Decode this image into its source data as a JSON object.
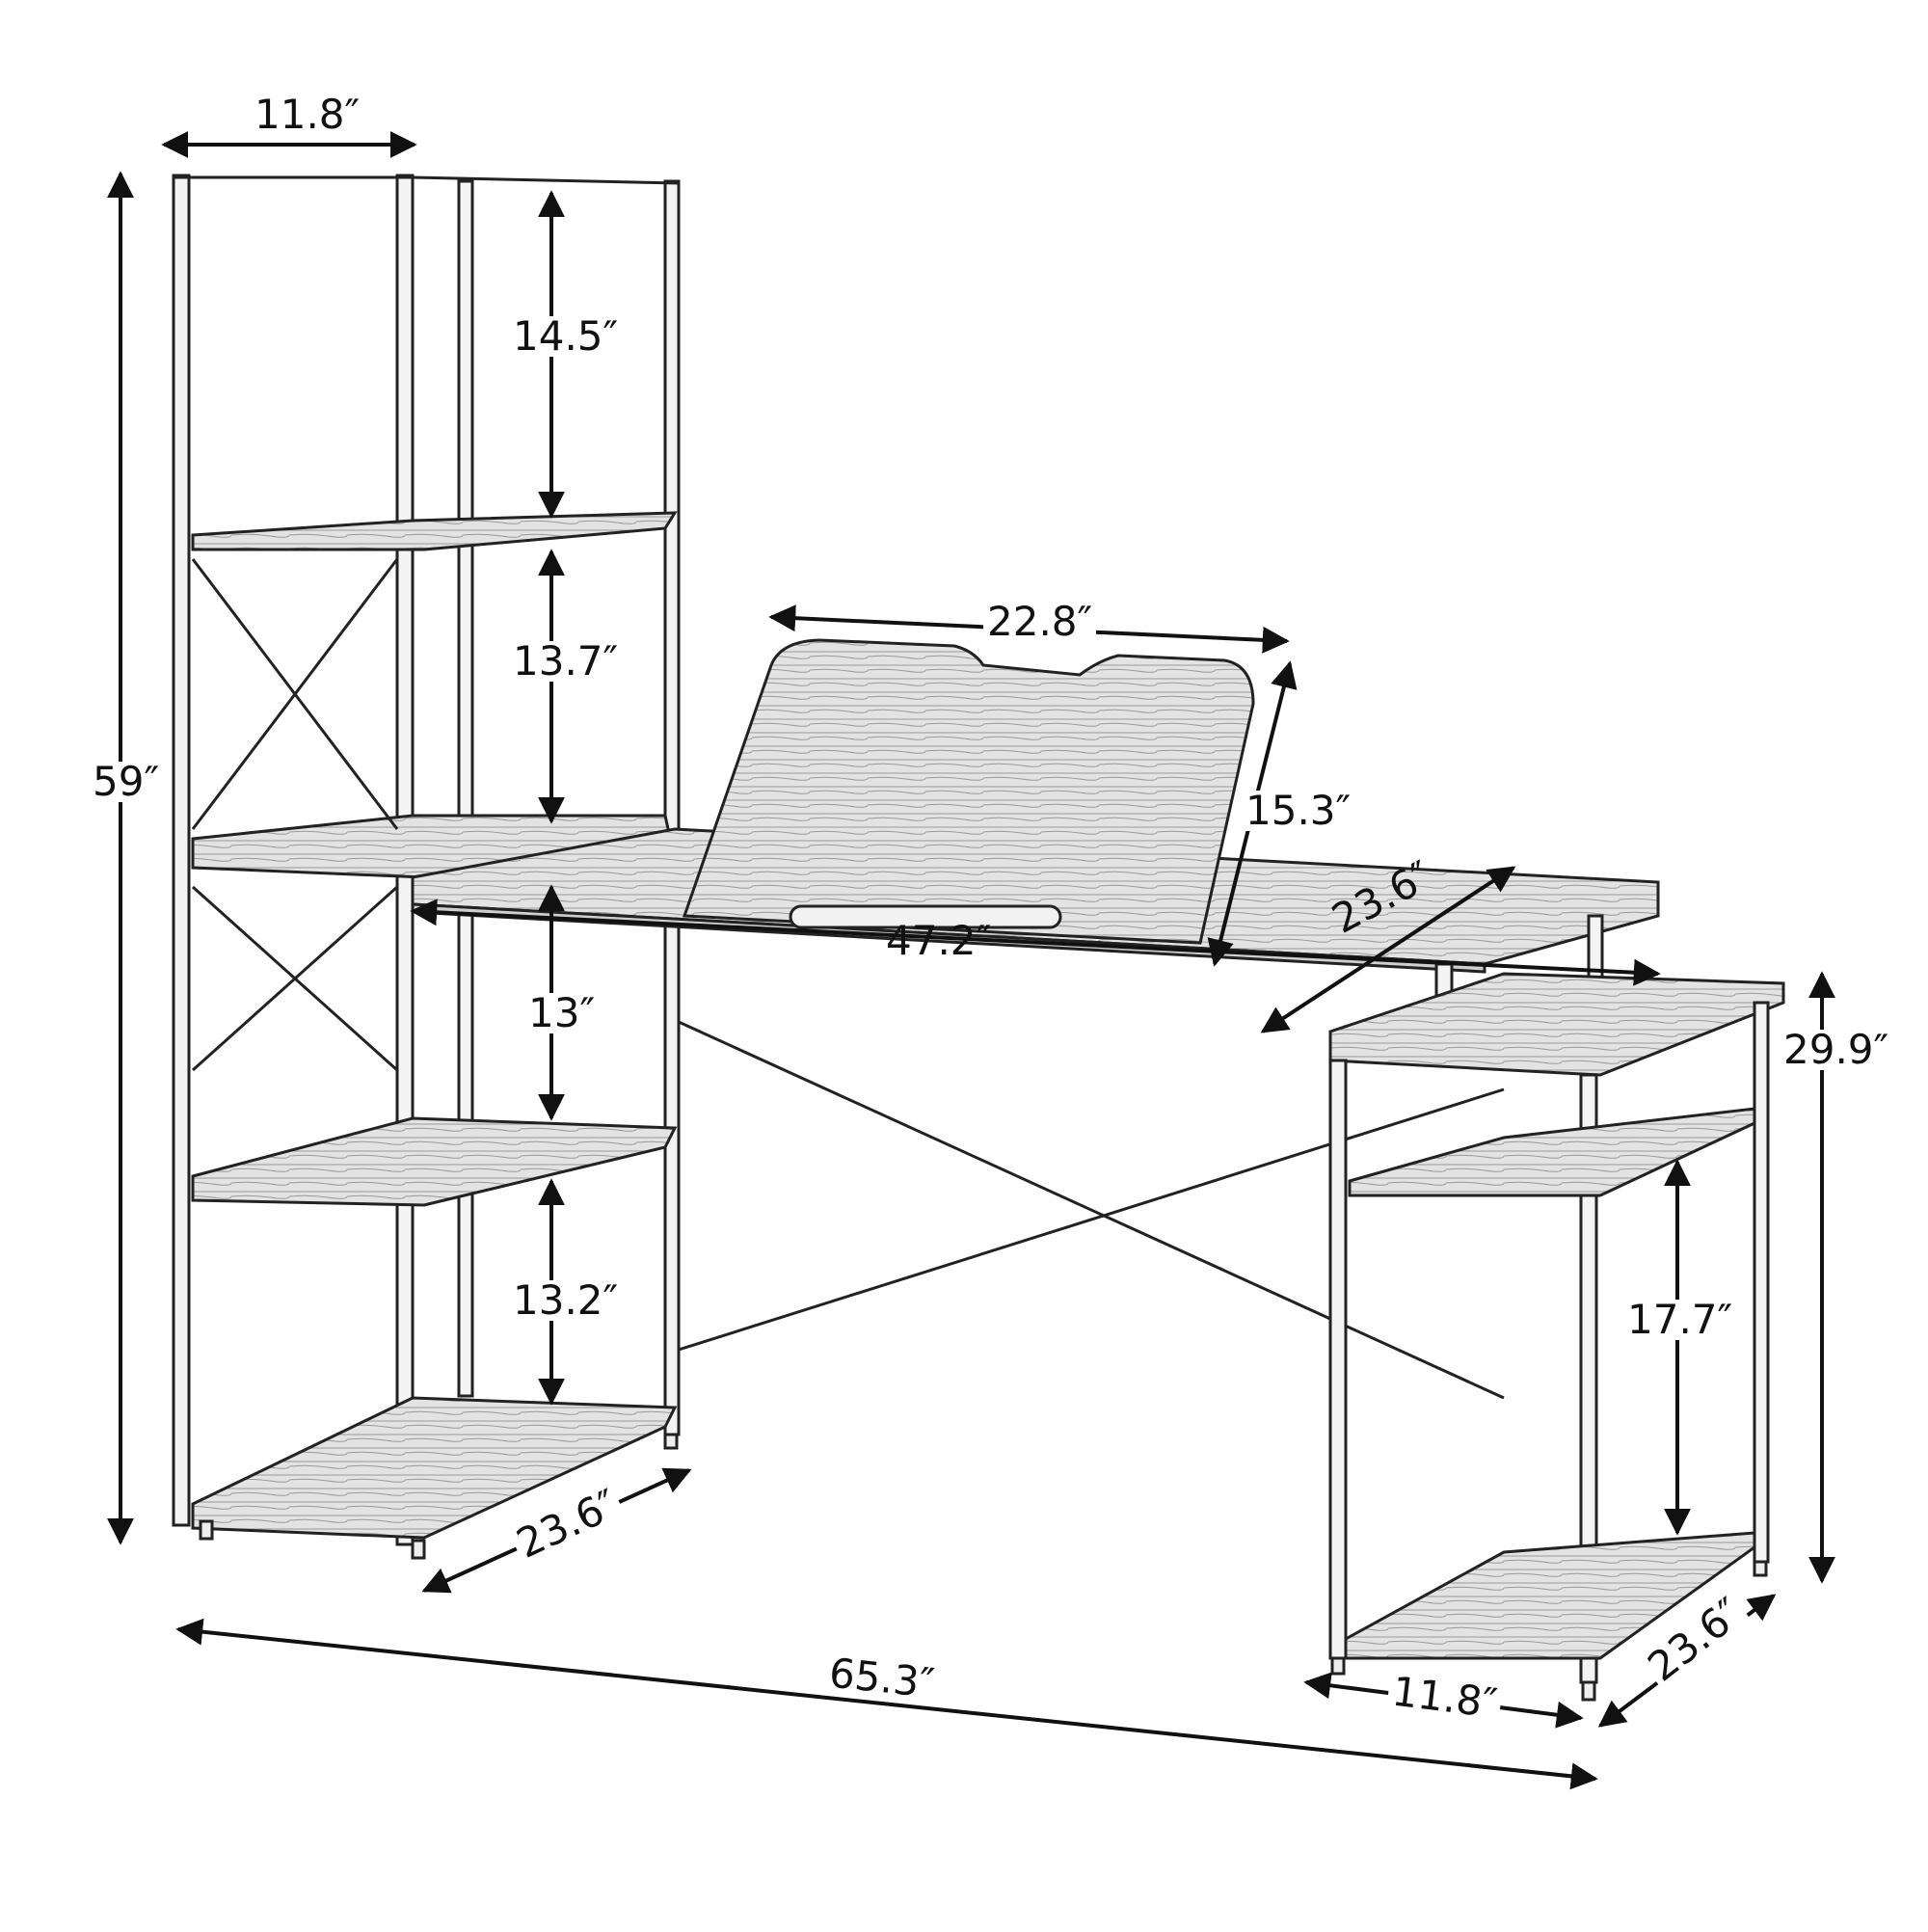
{
  "diagram": {
    "subject": "Computer desk with shelving tower, tilting drafting board and side cabinet",
    "style": "line drawing with wood-grain texture",
    "colors": {
      "line": "#111111",
      "wood": "#d6d6d6",
      "background": "#ffffff"
    }
  },
  "dimensions": {
    "tower_width": "11.8″",
    "tower_shelf_1": "14.5″",
    "tower_shelf_2": "13.7″",
    "tower_shelf_3": "13″",
    "tower_shelf_4": "13.2″",
    "total_height": "59″",
    "board_width": "22.8″",
    "board_depth": "15.3″",
    "desk_length": "47.2″",
    "desk_depth": "23.6″",
    "tower_depth": "23.6″",
    "cabinet_height": "29.9″",
    "cabinet_shelf": "17.7″",
    "cabinet_depth": "23.6″",
    "cabinet_width": "11.8″",
    "total_length": "65.3″"
  }
}
